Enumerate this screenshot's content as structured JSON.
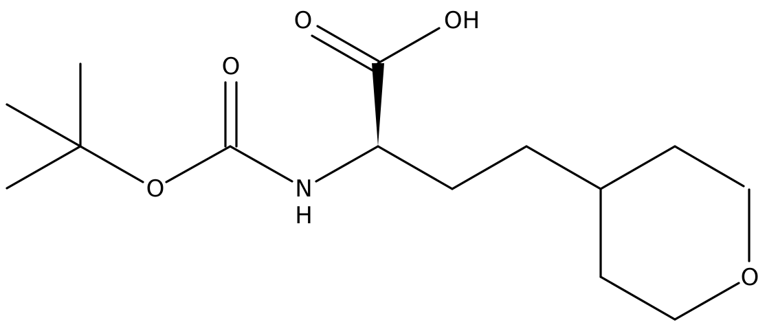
{
  "molecule": {
    "atom_labels": {
      "carbonyl_o_top": "O",
      "acid_o_double": "O",
      "acid_oh": "OH",
      "ester_o": "O",
      "amine_n": "N",
      "amine_h": "H",
      "ring_o": "O"
    },
    "colors": {
      "bond": "#000000",
      "label": "#000000",
      "background": "#ffffff"
    }
  }
}
